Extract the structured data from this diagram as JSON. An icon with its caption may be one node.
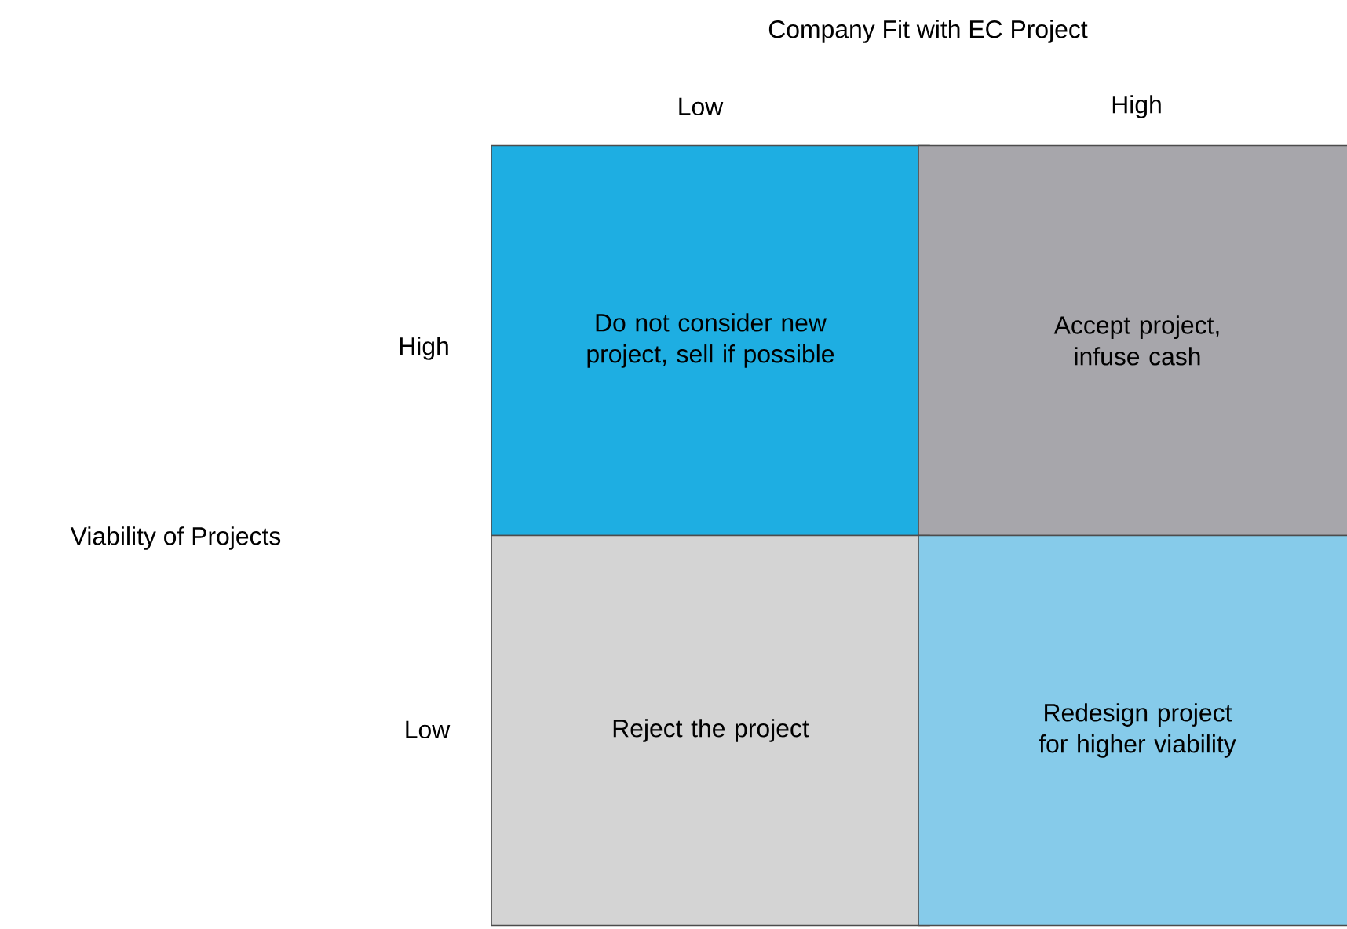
{
  "diagram": {
    "nodes": [
      {
        "text": [
          "Do not consider new project, sell if possible"
        ]
      },
      {
        "text": [
          "Accept project, infuse cash"
        ]
      },
      {
        "text": [
          "Reject the project"
        ]
      },
      {
        "text": [
          "Redesign project for higher viability"
        ]
      }
    ],
    "labels": [
      "Company Fit with EC Project",
      "Low",
      "High",
      "High",
      "Viability of Projects",
      "Low"
    ]
  }
}
